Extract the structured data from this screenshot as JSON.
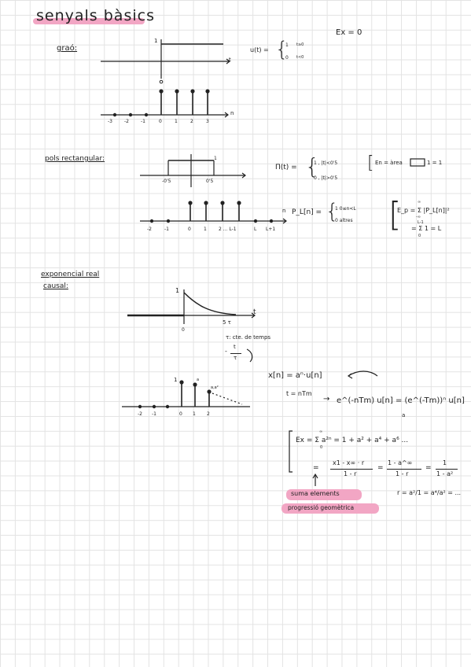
{
  "title": "senyals bàsics",
  "colors": {
    "highlight": "#f2a6c4",
    "ink": "#222222",
    "grid": "#e3e3e3"
  },
  "step": {
    "label": "graó:",
    "one": "1",
    "t": "t",
    "n": "n",
    "zero": "0",
    "ticks": [
      "-3",
      "-2",
      "-1",
      "0",
      "1",
      "2",
      "3"
    ],
    "def_lhs": "u(t) =",
    "def_1": "1",
    "def_1_cond": "t≥0",
    "def_0": "0",
    "def_0_cond": "t<0",
    "energy": "Ex = 0"
  },
  "rect": {
    "label": "pols rectangular:",
    "one": "1",
    "tick_m": "-0'5",
    "tick_p": "0'5",
    "def_lhs": "Π(t) =",
    "def_1": "1 ,  |t|<0'5",
    "def_0": "0 ,  |t|>0'5",
    "energy_box": "En = àrea",
    "energy_tail": "1 = 1",
    "disc_n": "n",
    "disc_ticks": [
      "-2",
      "-1",
      "0",
      "1",
      "2 ... L-1",
      "L",
      "L+1"
    ],
    "disc_lhs": "P_L[n] =",
    "disc_1": "1   0≤n<L",
    "disc_0": "0   altres",
    "e_line1": "E_p = Σ |P_L[n]|²",
    "e_line2": "= Σ 1 = L",
    "e_sum_top1": "∞",
    "e_sum_bot1": "-∞",
    "e_sum_top2": "L-1",
    "e_sum_bot2": "0"
  },
  "exp": {
    "label1": "exponencial real",
    "label2": "causal:",
    "one": "1",
    "t": "t",
    "tick_5tau": "5 τ",
    "zero": "0",
    "tau_def": "τ: cte. de temps",
    "frac_num": "t",
    "frac_den": "τ",
    "frac_minus": "-",
    "disc_one": "1",
    "disc_a": "a",
    "disc_a2": "a,a²",
    "disc_ticks": [
      "-2",
      "-1",
      "0",
      "1",
      "2"
    ],
    "x_def": "x[n] = aⁿ·u[n]",
    "t_def": "t = nTm",
    "arrow": "→",
    "exp_expr": "e^(-nTm) u[n] = (e^(-Tm))ⁿ u[n]",
    "a_under": "a",
    "sum_lhs": "Ex = Σ a²ⁿ = 1 + a² + a⁴ + a⁶ ...",
    "sum_top": "∞",
    "sum_bot": "0",
    "eq2": "=",
    "frac1_num": "x1 - x∞ · r",
    "frac1_den": "1 - r",
    "frac2_num": "1 - a^∞",
    "frac2_den": "1 - r",
    "frac3_num": "1",
    "frac3_den": "1 - a²",
    "r_def": "r = a²/1 = a⁴/a² = ...",
    "hl1": "suma elements",
    "hl2": "progressió geomètrica"
  }
}
